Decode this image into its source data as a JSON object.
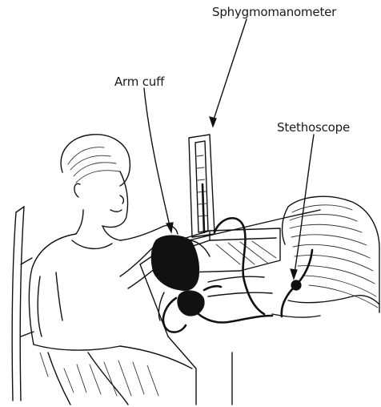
{
  "labels": {
    "sphygmomanometer": "Sphygmomanometer",
    "arm_cuff": "Arm cuff",
    "stethoscope": "Stethoscope"
  },
  "colors": {
    "ink": "#111111",
    "background": "#ffffff"
  }
}
